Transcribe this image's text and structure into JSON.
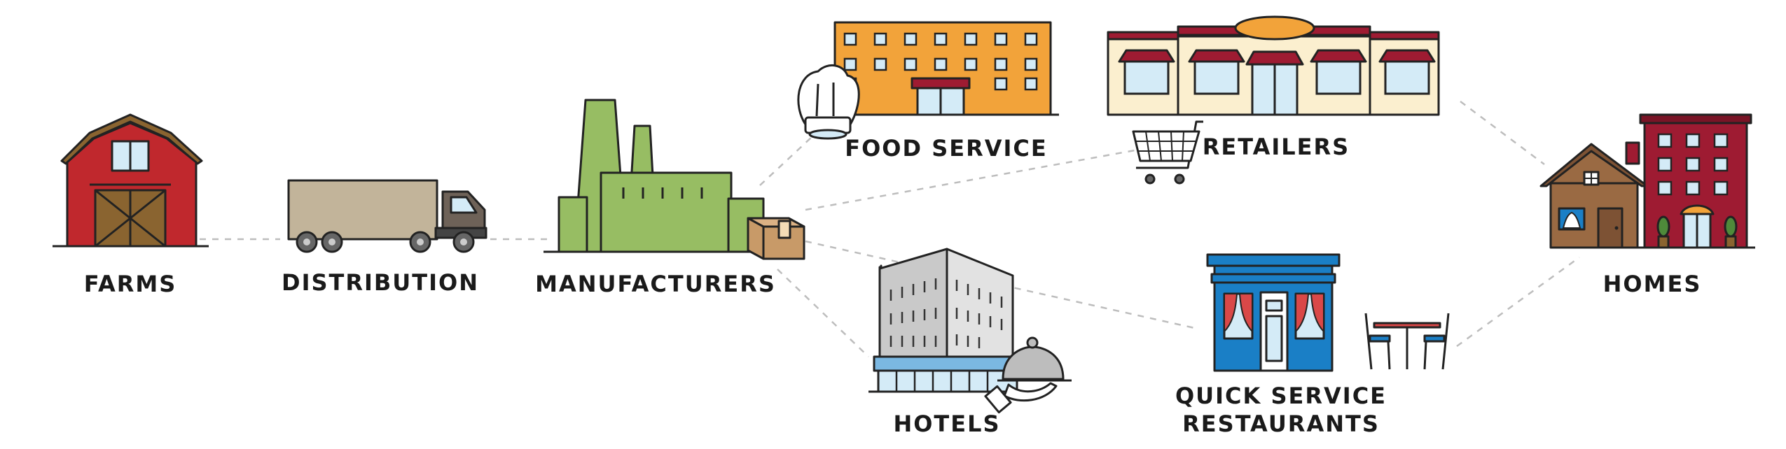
{
  "nodes": {
    "farms": {
      "label": "FARMS"
    },
    "distribution": {
      "label": "DISTRIBUTION"
    },
    "manufacturers": {
      "label": "MANUFACTURERS"
    },
    "food_service": {
      "label": "FOOD SERVICE"
    },
    "retailers": {
      "label": "RETAILERS"
    },
    "hotels": {
      "label": "HOTELS"
    },
    "qsr": {
      "label_line1": "QUICK SERVICE",
      "label_line2": "RESTAURANTS"
    },
    "homes": {
      "label": "HOMES"
    }
  },
  "colors": {
    "barn": "#c0282d",
    "barn_door": "#8a6430",
    "truck_trailer": "#c2b49a",
    "factory": "#97bd63",
    "box": "#c89a68",
    "food_service_building": "#f2a33a",
    "retail_building": "#fbefcf",
    "awning": "#9e1b32",
    "hotel": "#d6d6d6",
    "qsr_building": "#1a7fc6",
    "house": "#9a6a43",
    "apartment": "#9e1b32",
    "window": "#d4ebf7",
    "connector": "#bdbdbd"
  }
}
